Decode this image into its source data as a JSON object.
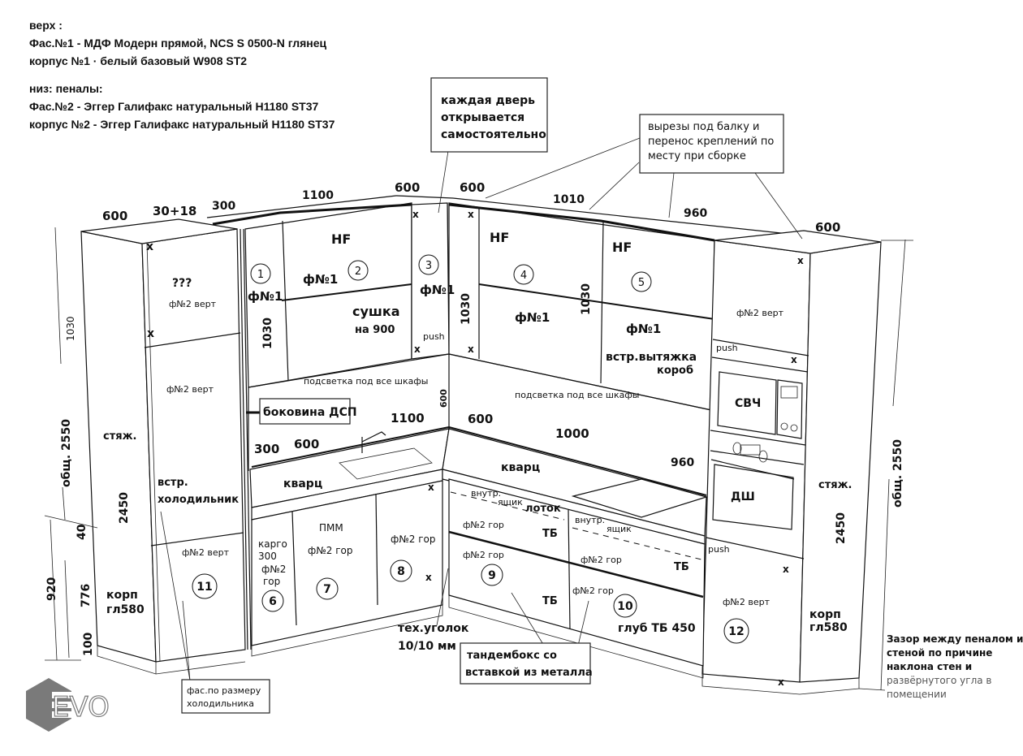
{
  "spec": {
    "top_heading": "верх :",
    "top_facade": "Фас.№1 - МДФ Модерн прямой, NCS S 0500-N глянец",
    "top_body": "корпус №1 · белый базовый W908 ST2",
    "bottom_heading": "низ: пеналы:",
    "bottom_facade": "Фас.№2 - Эггер Галифакс натуральный H1180 ST37",
    "bottom_body": "корпус №2 - Эггер Галифакс натуральный H1180 ST37"
  },
  "notes": {
    "doors": [
      "каждая дверь",
      "открывается",
      "самостоятельно"
    ],
    "beam": [
      "вырезы под балку и",
      "перенос креплений по",
      "месту при сборке"
    ],
    "side_panel": "боковина ДСП",
    "tech_corner": [
      "тех.уголок",
      "10/10 мм"
    ],
    "tandembox": [
      "тандембокс со",
      "вставкой из металла"
    ],
    "fridge_facade": [
      "фас.по размеру",
      "холодильника"
    ],
    "gap": [
      "Зазор между пеналом и",
      "стеной по причине",
      "наклона стен и",
      "развёрнутого угла в",
      "помещении"
    ]
  },
  "dimensions": {
    "top_left_depth": "600",
    "top_gap": "30+18",
    "top_300": "300",
    "top_1100": "1100",
    "top_600_a": "600",
    "top_600_b": "600",
    "top_1010": "1010",
    "top_960": "960",
    "top_right_depth": "600",
    "left_upper_height": "1030",
    "left_total": "общ. 2550",
    "left_920": "920",
    "left_40": "40",
    "left_776": "776",
    "left_100": "100",
    "left_tall_height": "2450",
    "upper_1_height": "1030",
    "upper_3_height": "1030",
    "upper_4_height": "1030",
    "backsplash_height": "600",
    "counter_300": "300",
    "counter_600": "600",
    "counter_1100": "1100",
    "counter_600_b": "600",
    "counter_1000": "1000",
    "counter_960": "960",
    "right_tall_height": "2450",
    "right_total": "общ. 2550"
  },
  "labels": {
    "hf": "HF",
    "facade1": "ф№1",
    "facade2_vert": "ф№2 верт",
    "facade2_hor": "ф№2 гор",
    "question": "???",
    "dryer": [
      "сушка",
      "на 900"
    ],
    "push": "push",
    "cross": "x",
    "lighting": "подсветка под все шкафы",
    "hood": [
      "встр.вытяжка",
      "короб"
    ],
    "tie": "стяж.",
    "fridge": [
      "встр.",
      "холодильник"
    ],
    "body_depth": [
      "корп",
      "гл580"
    ],
    "quartz": "кварц",
    "cargo": [
      "карго",
      "300"
    ],
    "facade2_split": [
      "ф№2",
      "гор"
    ],
    "dishwasher": "ПММ",
    "inner_drawer": [
      "внутр.",
      "ящик"
    ],
    "tray": "лоток",
    "tb": "ТБ",
    "tb_depth": "глуб ТБ 450",
    "microwave": "СВЧ",
    "oven": "ДШ"
  },
  "modules": [
    "1",
    "2",
    "3",
    "4",
    "5",
    "6",
    "7",
    "8",
    "9",
    "10",
    "11",
    "12"
  ],
  "logo": {
    "text": "EVO",
    "color": "#7a7a7a"
  }
}
